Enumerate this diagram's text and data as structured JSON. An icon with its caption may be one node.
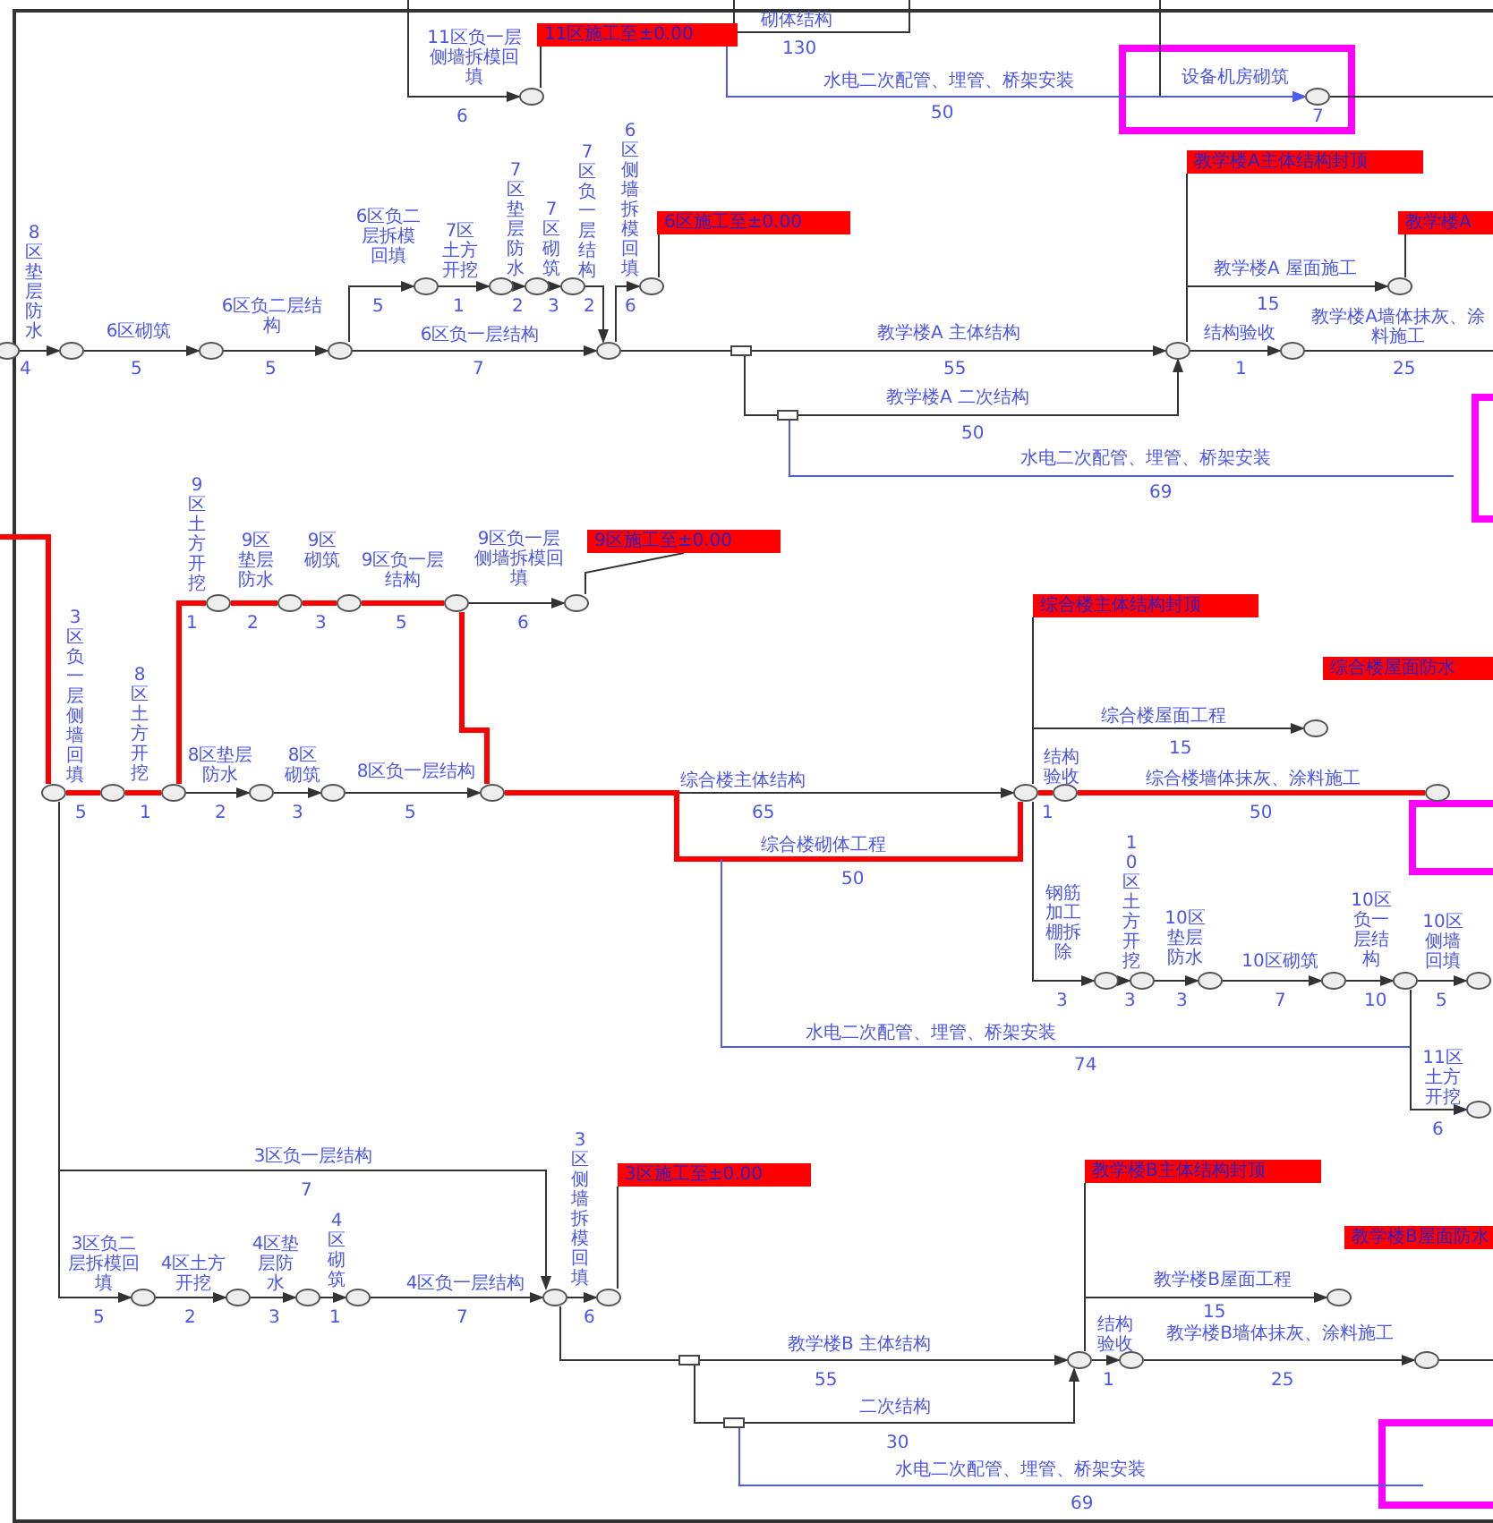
{
  "diagram": {
    "nodes": [
      {
        "text": [],
        "shape": "circle"
      },
      {
        "text": [
          "11区施工至±0.00"
        ]
      },
      {
        "text": [],
        "shape": "circle"
      },
      {
        "text": [],
        "shape": "circle"
      },
      {
        "text": [],
        "shape": "circle"
      },
      {
        "text": [],
        "shape": "circle"
      },
      {
        "text": [],
        "shape": "circle"
      },
      {
        "text": [],
        "shape": "circle"
      },
      {
        "text": [],
        "shape": "circle"
      },
      {
        "text": [],
        "shape": "circle"
      },
      {
        "text": [],
        "shape": "circle"
      },
      {
        "text": [],
        "shape": "circle"
      },
      {
        "text": [],
        "shape": "circle"
      },
      {
        "text": [
          "6区施工至±0.00"
        ]
      },
      {
        "text": [],
        "shape": "box"
      },
      {
        "text": [],
        "shape": "box"
      },
      {
        "text": [],
        "shape": "circle"
      },
      {
        "text": [
          "教学楼A主体结构封顶"
        ]
      },
      {
        "text": [],
        "shape": "circle"
      },
      {
        "text": [
          "教学楼A"
        ]
      },
      {
        "text": [],
        "shape": "circle"
      },
      {
        "text": [],
        "shape": "circle"
      },
      {
        "text": [],
        "shape": "circle"
      },
      {
        "text": [],
        "shape": "circle"
      },
      {
        "text": [],
        "shape": "circle"
      },
      {
        "text": [],
        "shape": "circle"
      },
      {
        "text": [],
        "shape": "circle"
      },
      {
        "text": [],
        "shape": "circle"
      },
      {
        "text": [],
        "shape": "circle"
      },
      {
        "text": [
          "9区施工至±0.00"
        ]
      },
      {
        "text": [],
        "shape": "circle"
      },
      {
        "text": [],
        "shape": "circle"
      },
      {
        "text": [],
        "shape": "circle"
      },
      {
        "text": [],
        "shape": "circle"
      },
      {
        "text": [
          "综合楼主体结构封顶"
        ]
      },
      {
        "text": [],
        "shape": "circle"
      },
      {
        "text": [
          "综合楼屋面防水"
        ]
      },
      {
        "text": [],
        "shape": "circle"
      },
      {
        "text": [],
        "shape": "circle"
      },
      {
        "text": [],
        "shape": "circle"
      },
      {
        "text": [],
        "shape": "circle"
      },
      {
        "text": [],
        "shape": "circle"
      },
      {
        "text": [],
        "shape": "circle"
      },
      {
        "text": [],
        "shape": "circle"
      },
      {
        "text": [],
        "shape": "circle"
      },
      {
        "text": [],
        "shape": "circle"
      },
      {
        "text": [],
        "shape": "circle"
      },
      {
        "text": [],
        "shape": "circle"
      },
      {
        "text": [],
        "shape": "circle"
      },
      {
        "text": [],
        "shape": "circle"
      },
      {
        "text": [],
        "shape": "circle"
      },
      {
        "text": [],
        "shape": "circle"
      },
      {
        "text": [
          "3区施工至±0.00"
        ]
      },
      {
        "text": [],
        "shape": "box"
      },
      {
        "text": [],
        "shape": "box"
      },
      {
        "text": [],
        "shape": "circle"
      },
      {
        "text": [
          "教学楼B主体结构封顶"
        ]
      },
      {
        "text": [],
        "shape": "circle"
      },
      {
        "text": [
          "教学楼B屋面防水"
        ]
      },
      {
        "text": [],
        "shape": "circle"
      },
      {
        "text": [],
        "shape": "circle"
      }
    ],
    "edges": [
      {
        "from": null,
        "to": 0,
        "arrow": "to",
        "label": "11区负一层侧墙拆模回填"
      },
      {
        "from": 0,
        "to": 1,
        "arrow": "none"
      },
      {
        "from": null,
        "to": 2,
        "arrow": "to",
        "label": "设备机房砌筑"
      },
      {
        "from": 1,
        "to": 2,
        "arrow": "to",
        "label": "水电二次配管、埋管、桥架安装",
        "color": "#4d5cf0"
      },
      {
        "from": 2,
        "to": null,
        "arrow": "none"
      },
      {
        "from": 3,
        "to": 4,
        "arrow": "to",
        "label": "8区垫层防水"
      },
      {
        "from": 4,
        "to": 5,
        "arrow": "to",
        "label": "6区砌筑"
      },
      {
        "from": 5,
        "to": 6,
        "arrow": "to",
        "label": "6区负二层结构"
      },
      {
        "from": 6,
        "to": 7,
        "arrow": "to",
        "label": "6区负二层拆模回填"
      },
      {
        "from": 7,
        "to": 8,
        "arrow": "to",
        "label": "7区土方开挖"
      },
      {
        "from": 8,
        "to": 9,
        "arrow": "to",
        "label": "7区垫层防水"
      },
      {
        "from": 9,
        "to": 10,
        "arrow": "to",
        "label": "7区砌筑"
      },
      {
        "from": 10,
        "to": 11,
        "arrow": "to",
        "label": "7区负一层结构"
      },
      {
        "from": 6,
        "to": 11,
        "arrow": "to",
        "label": "6区负一层结构"
      },
      {
        "from": 11,
        "to": 12,
        "arrow": "to",
        "label": "6区侧墙拆模回填"
      },
      {
        "from": 12,
        "to": 13,
        "arrow": "none"
      },
      {
        "from": 11,
        "to": 14,
        "arrow": "none"
      },
      {
        "from": 14,
        "to": 16,
        "arrow": "to",
        "label": "教学楼A 主体结构"
      },
      {
        "from": 14,
        "to": 15,
        "arrow": "none"
      },
      {
        "from": 15,
        "to": 16,
        "arrow": "to",
        "label": "教学楼A 二次结构"
      },
      {
        "from": 15,
        "to": null,
        "arrow": "none",
        "label": "水电二次配管、埋管、桥架安装",
        "color": "#4d5cf0"
      },
      {
        "from": 16,
        "to": 17,
        "arrow": "none"
      },
      {
        "from": 16,
        "to": 18,
        "arrow": "to",
        "label": "教学楼A 屋面施工"
      },
      {
        "from": 18,
        "to": 19,
        "arrow": "none"
      },
      {
        "from": 16,
        "to": 20,
        "arrow": "to",
        "label": "结构验收"
      },
      {
        "from": 20,
        "to": null,
        "arrow": "none",
        "label": "教学楼A墙体抹灰、涂料施工"
      },
      {
        "from": null,
        "to": 21,
        "arrow": "none",
        "style": "thick",
        "color": "#ff0000"
      },
      {
        "from": 21,
        "to": 22,
        "arrow": "none",
        "label": "3区负一层侧墙回填",
        "style": "thick",
        "color": "#ff0000"
      },
      {
        "from": 22,
        "to": 23,
        "arrow": "none",
        "label": "8区土方开挖",
        "style": "thick",
        "color": "#ff0000"
      },
      {
        "from": 23,
        "to": 24,
        "arrow": "none",
        "label": "9区土方开挖",
        "style": "thick",
        "color": "#ff0000"
      },
      {
        "from": 24,
        "to": 25,
        "arrow": "none",
        "label": "9区垫层防水",
        "style": "thick",
        "color": "#ff0000"
      },
      {
        "from": 25,
        "to": 26,
        "arrow": "none",
        "label": "9区砌筑",
        "style": "thick",
        "color": "#ff0000"
      },
      {
        "from": 26,
        "to": 27,
        "arrow": "none",
        "label": "9区负一层结构",
        "style": "thick",
        "color": "#ff0000"
      },
      {
        "from": 27,
        "to": 28,
        "arrow": "to",
        "label": "9区负一层侧墙拆模回填"
      },
      {
        "from": 28,
        "to": 29,
        "arrow": "none"
      },
      {
        "from": 27,
        "to": 32,
        "arrow": "none",
        "style": "thick",
        "color": "#ff0000"
      },
      {
        "from": 23,
        "to": 30,
        "arrow": "to",
        "label": "8区垫层防水"
      },
      {
        "from": 30,
        "to": 31,
        "arrow": "to",
        "label": "8区砌筑"
      },
      {
        "from": 31,
        "to": 32,
        "arrow": "to",
        "label": "8区负一层结构"
      },
      {
        "from": 32,
        "to": 33,
        "arrow": "to",
        "label": "综合楼主体结构"
      },
      {
        "from": 32,
        "to": 33,
        "arrow": "none",
        "label": "综合楼砌体工程",
        "style": "thick",
        "color": "#ff0000"
      },
      {
        "from": null,
        "to": 45,
        "arrow": "to",
        "label": "水电二次配管、埋管、桥架安装",
        "color": "#4d5cf0"
      },
      {
        "from": 33,
        "to": 34,
        "arrow": "none"
      },
      {
        "from": 33,
        "to": 35,
        "arrow": "to",
        "label": "综合楼屋面工程"
      },
      {
        "from": 33,
        "to": 37,
        "arrow": "none",
        "label": "结构验收",
        "style": "thick",
        "color": "#ff0000"
      },
      {
        "from": 37,
        "to": 38,
        "arrow": "none",
        "label": "综合楼墙体抹灰、涂料施工",
        "style": "thick",
        "color": "#ff0000"
      },
      {
        "from": 33,
        "to": 39,
        "arrow": "to",
        "label": "钢筋加工棚拆除"
      },
      {
        "from": 39,
        "to": 40,
        "arrow": "to",
        "label": "10区土方开挖"
      },
      {
        "from": 40,
        "to": 41,
        "arrow": "to",
        "label": "10区垫层防水"
      },
      {
        "from": 41,
        "to": 42,
        "arrow": "to",
        "label": "10区砌筑"
      },
      {
        "from": 42,
        "to": 43,
        "arrow": "to",
        "label": "10区负一层结构"
      },
      {
        "from": 43,
        "to": 44,
        "arrow": "to",
        "label": "10区侧墙回填"
      },
      {
        "from": 43,
        "to": 45,
        "arrow": "to",
        "label": "11区土方开挖"
      },
      {
        "from": 21,
        "to": 46,
        "arrow": "to",
        "label": "3区负二层拆模回填"
      },
      {
        "from": 21,
        "to": 50,
        "arrow": "to",
        "label": "3区负一层结构"
      },
      {
        "from": 46,
        "to": 47,
        "arrow": "to",
        "label": "4区土方开挖"
      },
      {
        "from": 47,
        "to": 48,
        "arrow": "to",
        "label": "4区垫层防水"
      },
      {
        "from": 48,
        "to": 49,
        "arrow": "to",
        "label": "4区砌筑"
      },
      {
        "from": 49,
        "to": 50,
        "arrow": "to",
        "label": "4区负一层结构"
      },
      {
        "from": 50,
        "to": 51,
        "arrow": "to",
        "label": "3区侧墙拆模回填"
      },
      {
        "from": 51,
        "to": 52,
        "arrow": "none"
      },
      {
        "from": 50,
        "to": 53,
        "arrow": "none"
      },
      {
        "from": 53,
        "to": 55,
        "arrow": "to",
        "label": "教学楼B 主体结构"
      },
      {
        "from": 53,
        "to": 54,
        "arrow": "none"
      },
      {
        "from": 54,
        "to": 55,
        "arrow": "to",
        "label": "二次结构"
      },
      {
        "from": 54,
        "to": null,
        "arrow": "none",
        "label": "水电二次配管、埋管、桥架安装",
        "color": "#4d5cf0"
      },
      {
        "from": 55,
        "to": 56,
        "arrow": "none"
      },
      {
        "from": 55,
        "to": 57,
        "arrow": "to",
        "label": "教学楼B屋面工程"
      },
      {
        "from": 55,
        "to": 59,
        "arrow": "to",
        "label": "结构验收"
      },
      {
        "from": 59,
        "to": 60,
        "arrow": "to",
        "label": "教学楼B墙体抹灰、涂料施工"
      },
      {
        "from": 60,
        "to": null,
        "arrow": "none"
      }
    ],
    "labels": [
      "砌体结构",
      "130",
      "6",
      "50",
      "7",
      "4",
      "5",
      "5",
      "5",
      "1",
      "2",
      "3",
      "2",
      "6",
      "7",
      "55",
      "50",
      "69",
      "15",
      "1",
      "25",
      "5",
      "1",
      "1",
      "2",
      "3",
      "5",
      "6",
      "2",
      "3",
      "5",
      "65",
      "50",
      "15",
      "1",
      "50",
      "3",
      "3",
      "3",
      "7",
      "10",
      "5",
      "74",
      "6",
      "7",
      "5",
      "2",
      "3",
      "1",
      "7",
      "6",
      "55",
      "30",
      "69",
      "15",
      "1",
      "25"
    ]
  }
}
